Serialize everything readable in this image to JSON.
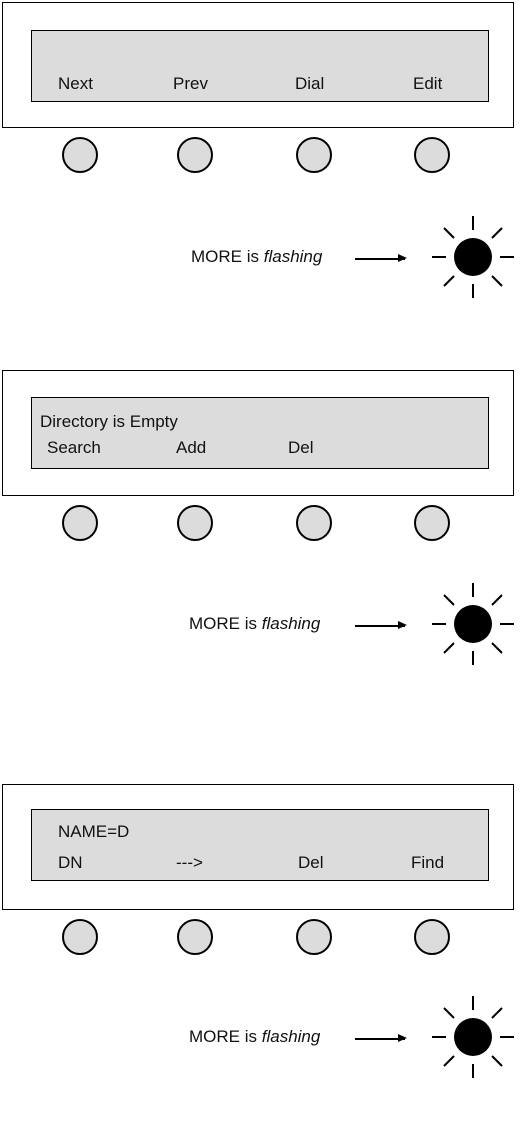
{
  "panels": [
    {
      "display_line1": "",
      "softkey_labels": [
        "Next",
        "Prev",
        "Dial",
        "Edit"
      ],
      "more_note_prefix": "MORE is",
      "more_note_flashing": "flashing"
    },
    {
      "display_line1": "Directory is Empty",
      "softkey_labels": [
        "Search",
        "Add",
        "Del",
        ""
      ],
      "more_note_prefix": "MORE is",
      "more_note_flashing": "flashing"
    },
    {
      "display_line1": "NAME=D",
      "softkey_labels": [
        "DN",
        "--->",
        "Del",
        "Find"
      ],
      "more_note_prefix": "MORE is",
      "more_note_flashing": "flashing"
    }
  ],
  "colors": {
    "lcd": "#dcdcdc",
    "softkey": "#dcdcdc",
    "lamp": "#000000",
    "outline": "#000000"
  },
  "icons": {
    "softkey": "circle-button-icon",
    "more_lamp": "flashing-lamp-icon"
  }
}
